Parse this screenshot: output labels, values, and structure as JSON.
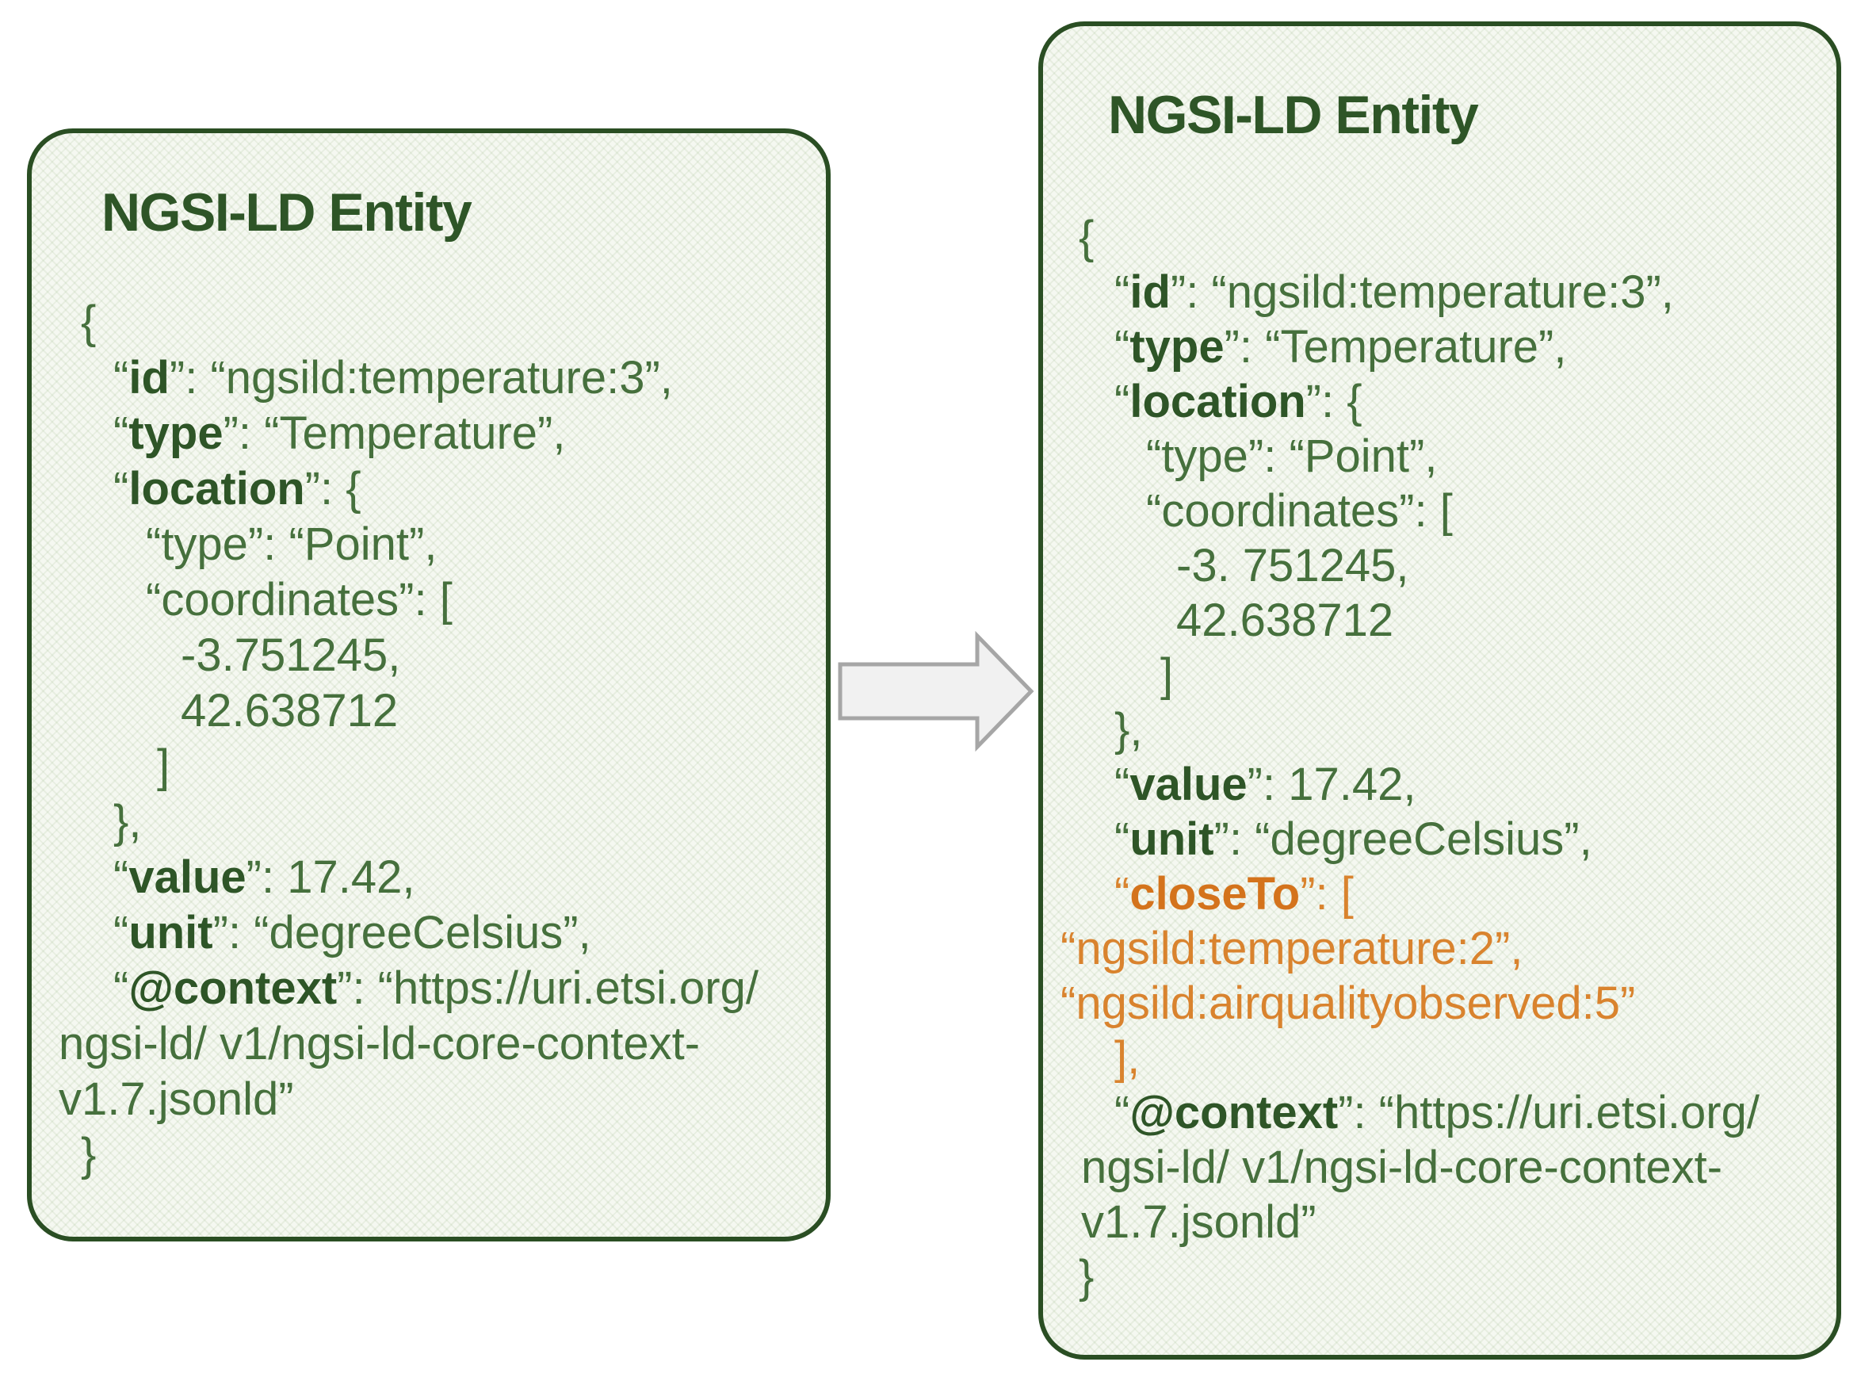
{
  "colors": {
    "border_green": "#2a4e23",
    "key_green": "#2e5527",
    "value_green": "#46703d",
    "key_orange": "#d4731c",
    "value_orange": "#d9832e",
    "panel_bg": "#f5f8f1",
    "arrow_fill": "#f1f1f1",
    "arrow_stroke": "#a6a6a6"
  },
  "arrow": {
    "icon": "right-block-arrow"
  },
  "left_panel": {
    "title": "NGSI-LD Entity",
    "lines": [
      {
        "ind": "l0",
        "parts": [
          {
            "t": "{",
            "s": "v"
          }
        ]
      },
      {
        "ind": "l1",
        "parts": [
          {
            "t": "“",
            "s": "v"
          },
          {
            "t": "id",
            "s": "k"
          },
          {
            "t": "”: “ngsild:temperature:3”,",
            "s": "v"
          }
        ]
      },
      {
        "ind": "l1",
        "parts": [
          {
            "t": "“",
            "s": "v"
          },
          {
            "t": "type",
            "s": "k"
          },
          {
            "t": "”: “Temperature”,",
            "s": "v"
          }
        ]
      },
      {
        "ind": "l1",
        "parts": [
          {
            "t": "“",
            "s": "v"
          },
          {
            "t": "location",
            "s": "k"
          },
          {
            "t": "”: {",
            "s": "v"
          }
        ]
      },
      {
        "ind": "l2",
        "parts": [
          {
            "t": "“type”: “Point”,",
            "s": "v"
          }
        ]
      },
      {
        "ind": "l2",
        "parts": [
          {
            "t": "“coordinates”: [",
            "s": "v"
          }
        ]
      },
      {
        "ind": "l3",
        "parts": [
          {
            "t": "-3.751245,",
            "s": "v"
          }
        ]
      },
      {
        "ind": "l3",
        "parts": [
          {
            "t": "42.638712",
            "s": "v"
          }
        ]
      },
      {
        "ind": "l2b",
        "parts": [
          {
            "t": "]",
            "s": "v"
          }
        ]
      },
      {
        "ind": "l1",
        "parts": [
          {
            "t": "},",
            "s": "v"
          }
        ]
      },
      {
        "ind": "l1",
        "parts": [
          {
            "t": "“",
            "s": "v"
          },
          {
            "t": "value",
            "s": "k"
          },
          {
            "t": "”: 17.42,",
            "s": "v"
          }
        ]
      },
      {
        "ind": "l1",
        "parts": [
          {
            "t": "“",
            "s": "v"
          },
          {
            "t": "unit",
            "s": "k"
          },
          {
            "t": "”: “degreeCelsius”,",
            "s": "v"
          }
        ]
      },
      {
        "ind": "l1",
        "parts": [
          {
            "t": "“",
            "s": "v"
          },
          {
            "t": "@context",
            "s": "k"
          },
          {
            "t": "”: “https://uri.etsi.org/",
            "s": "v"
          }
        ]
      },
      {
        "ind": "wrap",
        "parts": [
          {
            "t": "ngsi-ld/ v1/ngsi-ld-core-context-",
            "s": "v"
          }
        ]
      },
      {
        "ind": "wrap",
        "parts": [
          {
            "t": "v1.7.jsonld”",
            "s": "v"
          }
        ]
      },
      {
        "ind": "l0",
        "parts": [
          {
            "t": "}",
            "s": "v"
          }
        ]
      }
    ]
  },
  "right_panel": {
    "title": "NGSI-LD Entity",
    "lines": [
      {
        "ind": "l0",
        "parts": [
          {
            "t": "{",
            "s": "v"
          }
        ]
      },
      {
        "ind": "l1",
        "parts": [
          {
            "t": "“",
            "s": "v"
          },
          {
            "t": "id",
            "s": "k"
          },
          {
            "t": "”: “ngsild:temperature:3”,",
            "s": "v"
          }
        ]
      },
      {
        "ind": "l1",
        "parts": [
          {
            "t": "“",
            "s": "v"
          },
          {
            "t": "type",
            "s": "k"
          },
          {
            "t": "”: “Temperature”,",
            "s": "v"
          }
        ]
      },
      {
        "ind": "l1",
        "parts": [
          {
            "t": "“",
            "s": "v"
          },
          {
            "t": "location",
            "s": "k"
          },
          {
            "t": "”: {",
            "s": "v"
          }
        ]
      },
      {
        "ind": "l2",
        "parts": [
          {
            "t": "“type”: “Point”,",
            "s": "v"
          }
        ]
      },
      {
        "ind": "l2",
        "parts": [
          {
            "t": "“coordinates”: [",
            "s": "v"
          }
        ]
      },
      {
        "ind": "l3",
        "parts": [
          {
            "t": "-3. 751245,",
            "s": "v"
          }
        ]
      },
      {
        "ind": "l3",
        "parts": [
          {
            "t": "42.638712",
            "s": "v"
          }
        ]
      },
      {
        "ind": "l2b",
        "parts": [
          {
            "t": "]",
            "s": "v"
          }
        ]
      },
      {
        "ind": "l1",
        "parts": [
          {
            "t": "},",
            "s": "v"
          }
        ]
      },
      {
        "ind": "l1",
        "parts": [
          {
            "t": "“",
            "s": "v"
          },
          {
            "t": "value",
            "s": "k"
          },
          {
            "t": "”: 17.42,",
            "s": "v"
          }
        ]
      },
      {
        "ind": "l1",
        "parts": [
          {
            "t": "“",
            "s": "v"
          },
          {
            "t": "unit",
            "s": "k"
          },
          {
            "t": "”: “degreeCelsius”,",
            "s": "v"
          }
        ]
      },
      {
        "ind": "l1",
        "parts": [
          {
            "t": "“",
            "s": "vo"
          },
          {
            "t": "closeTo",
            "s": "ko"
          },
          {
            "t": "”: [",
            "s": "vo"
          }
        ]
      },
      {
        "ind": "wrapo",
        "parts": [
          {
            "t": "“ngsild:temperature:2”,",
            "s": "vo"
          }
        ]
      },
      {
        "ind": "wrapo",
        "parts": [
          {
            "t": "“ngsild:airqualityobserved:5”",
            "s": "vo"
          }
        ]
      },
      {
        "ind": "l1",
        "parts": [
          {
            "t": "],",
            "s": "vo"
          }
        ]
      },
      {
        "ind": "l1",
        "parts": [
          {
            "t": "“",
            "s": "v"
          },
          {
            "t": "@context",
            "s": "k"
          },
          {
            "t": "”: “https://uri.etsi.org/",
            "s": "v"
          }
        ]
      },
      {
        "ind": "wrap",
        "parts": [
          {
            "t": "ngsi-ld/ v1/ngsi-ld-core-context-",
            "s": "v"
          }
        ]
      },
      {
        "ind": "wrap",
        "parts": [
          {
            "t": "v1.7.jsonld”",
            "s": "v"
          }
        ]
      },
      {
        "ind": "l0",
        "parts": [
          {
            "t": "}",
            "s": "v"
          }
        ]
      }
    ]
  }
}
